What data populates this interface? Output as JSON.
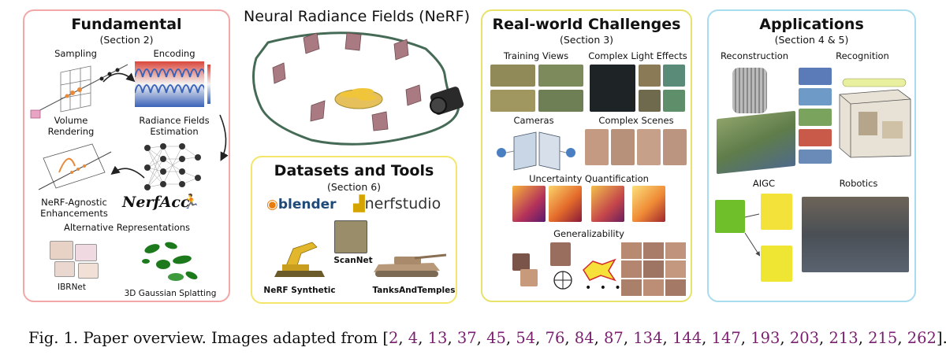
{
  "colors": {
    "fundamental_border": "#f2a8a8",
    "datasets_border": "#f3e66b",
    "challenges_border": "#e7e26a",
    "applications_border": "#a8dcef",
    "citation": "#7a1f6f"
  },
  "nerf": {
    "title": "Neural Radiance Fields (NeRF)"
  },
  "fundamental": {
    "title": "Fundamental",
    "section": "(Section 2)",
    "sampling": "Sampling",
    "encoding": "Encoding",
    "volume_rendering": [
      "Volume",
      "Rendering"
    ],
    "radiance_fields": [
      "Radiance Fields",
      "Estimation"
    ],
    "enhancements": [
      "NeRF-Agnostic",
      "Enhancements"
    ],
    "nerfacc": "NerfAcc",
    "alternative": "Alternative Representations",
    "ibrnet": "IBRNet",
    "gaussian": "3D Gaussian Splatting"
  },
  "datasets": {
    "title": "Datasets and Tools",
    "section": "(Section 6)",
    "blender": "blender",
    "nerfstudio": "nerfstudio",
    "scannet": "ScanNet",
    "synthetic": "NeRF Synthetic",
    "tanks": "TanksAndTemples"
  },
  "challenges": {
    "title": "Real-world Challenges",
    "section": "(Section 3)",
    "training_views": "Training Views",
    "light_effects": "Complex Light Effects",
    "cameras": "Cameras",
    "complex_scenes": "Complex Scenes",
    "uncertainty": "Uncertainty Quantification",
    "generalizability": "Generalizability"
  },
  "applications": {
    "title": "Applications",
    "section": "(Section 4 & 5)",
    "reconstruction": "Reconstruction",
    "recognition": "Recognition",
    "aigc": "AIGC",
    "robotics": "Robotics"
  },
  "caption": {
    "prefix": "Fig. 1.  Paper overview. Images adapted from [",
    "citations": [
      "2",
      "4",
      "13",
      "37",
      "45",
      "54",
      "76",
      "84",
      "87",
      "134",
      "144",
      "147",
      "193",
      "203",
      "213",
      "215",
      "262"
    ],
    "suffix": "]."
  }
}
